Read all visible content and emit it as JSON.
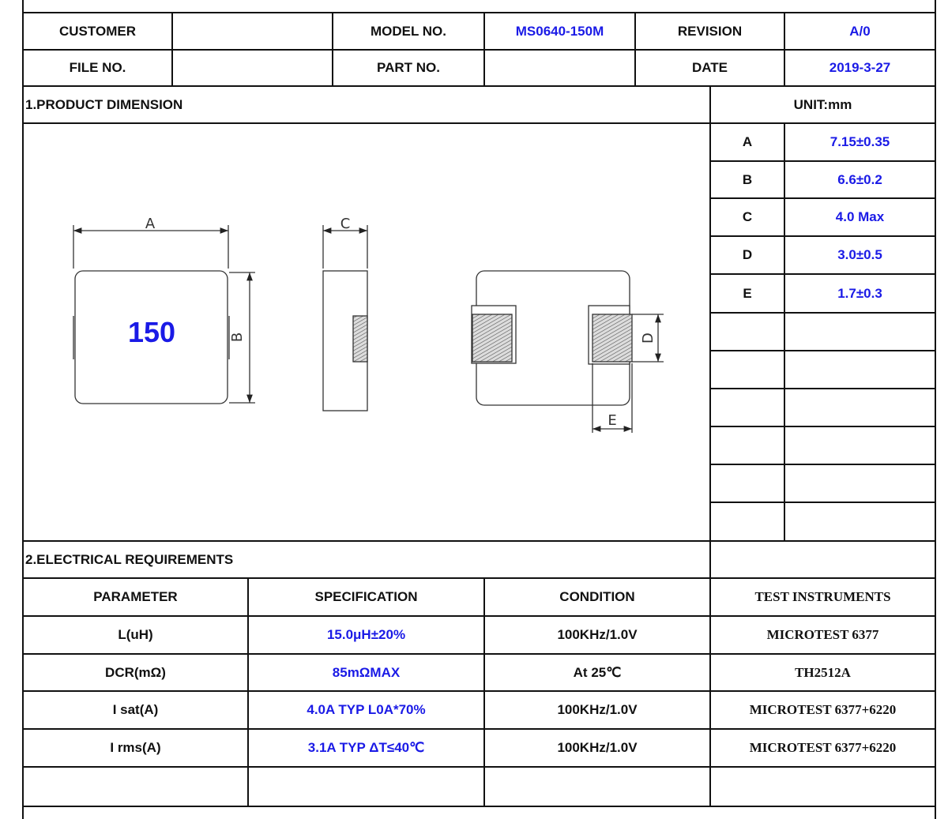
{
  "header": {
    "customer_label": "CUSTOMER",
    "customer_value": "",
    "model_label": "MODEL NO.",
    "model_value": "MS0640-150M",
    "revision_label": "REVISION",
    "revision_value": "A/0",
    "file_label": "FILE NO.",
    "file_value": "",
    "part_label": "PART NO.",
    "part_value": "",
    "date_label": "DATE",
    "date_value": "2019-3-27"
  },
  "dimension": {
    "title": "1.PRODUCT DIMENSION",
    "unit": "UNIT:mm",
    "marking": "150",
    "labels": {
      "a": "A",
      "b": "B",
      "c": "C",
      "d": "D",
      "e": "E"
    },
    "rows": [
      {
        "key": "A",
        "value": "7.15±0.35"
      },
      {
        "key": "B",
        "value": "6.6±0.2"
      },
      {
        "key": "C",
        "value": "4.0 Max"
      },
      {
        "key": "D",
        "value": "3.0±0.5"
      },
      {
        "key": "E",
        "value": "1.7±0.3"
      }
    ]
  },
  "electrical": {
    "title": "2.ELECTRICAL REQUIREMENTS",
    "headers": [
      "PARAMETER",
      "SPECIFICATION",
      "CONDITION",
      "TEST INSTRUMENTS"
    ],
    "rows": [
      [
        "L(uH)",
        "15.0μH±20%",
        "100KHz/1.0V",
        "MICROTEST 6377"
      ],
      [
        "DCR(mΩ)",
        "85mΩMAX",
        "At 25℃",
        "TH2512A"
      ],
      [
        "I sat(A)",
        "4.0A TYP L0A*70%",
        "100KHz/1.0V",
        "MICROTEST  6377+6220"
      ],
      [
        "I rms(A)",
        "3.1A TYP ΔT≤40℃",
        "100KHz/1.0V",
        "MICROTEST  6377+6220"
      ]
    ]
  },
  "colors": {
    "accent": "#1a1ae6",
    "line": "#111111"
  }
}
